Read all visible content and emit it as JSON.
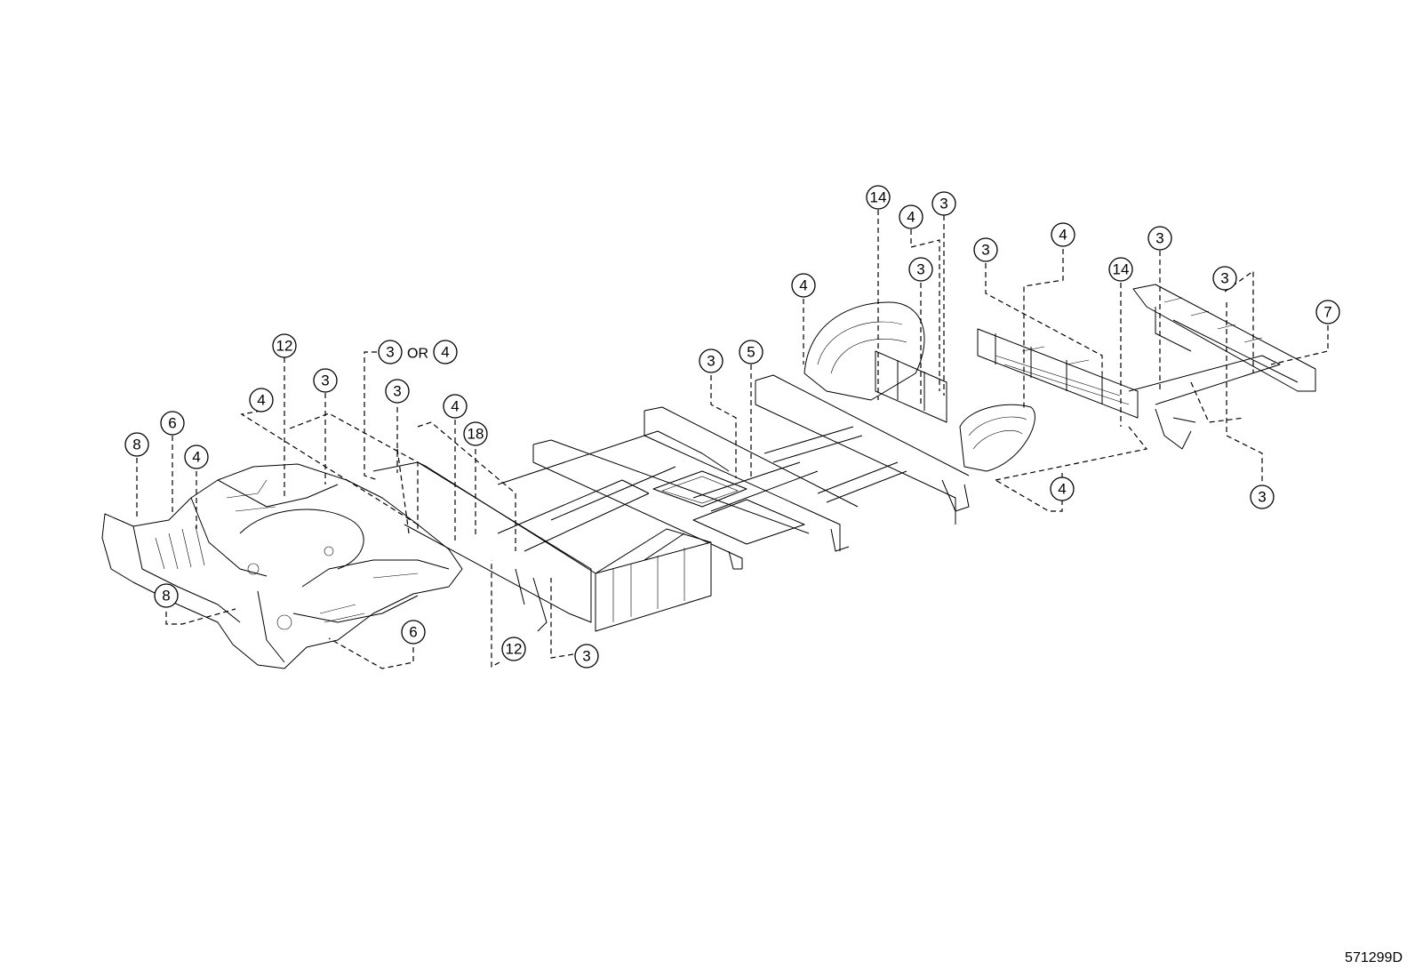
{
  "diagram": {
    "drawing_code": "571299D",
    "or_word": "OR",
    "callouts": [
      "12",
      "3",
      "3",
      "4",
      "18",
      "8",
      "6",
      "4",
      "4",
      "8",
      "6",
      "12",
      "3",
      "3",
      "5",
      "4",
      "14",
      "4",
      "3",
      "3",
      "3",
      "4",
      "14",
      "3",
      "3",
      "7",
      "4",
      "3",
      "3",
      "4"
    ]
  }
}
